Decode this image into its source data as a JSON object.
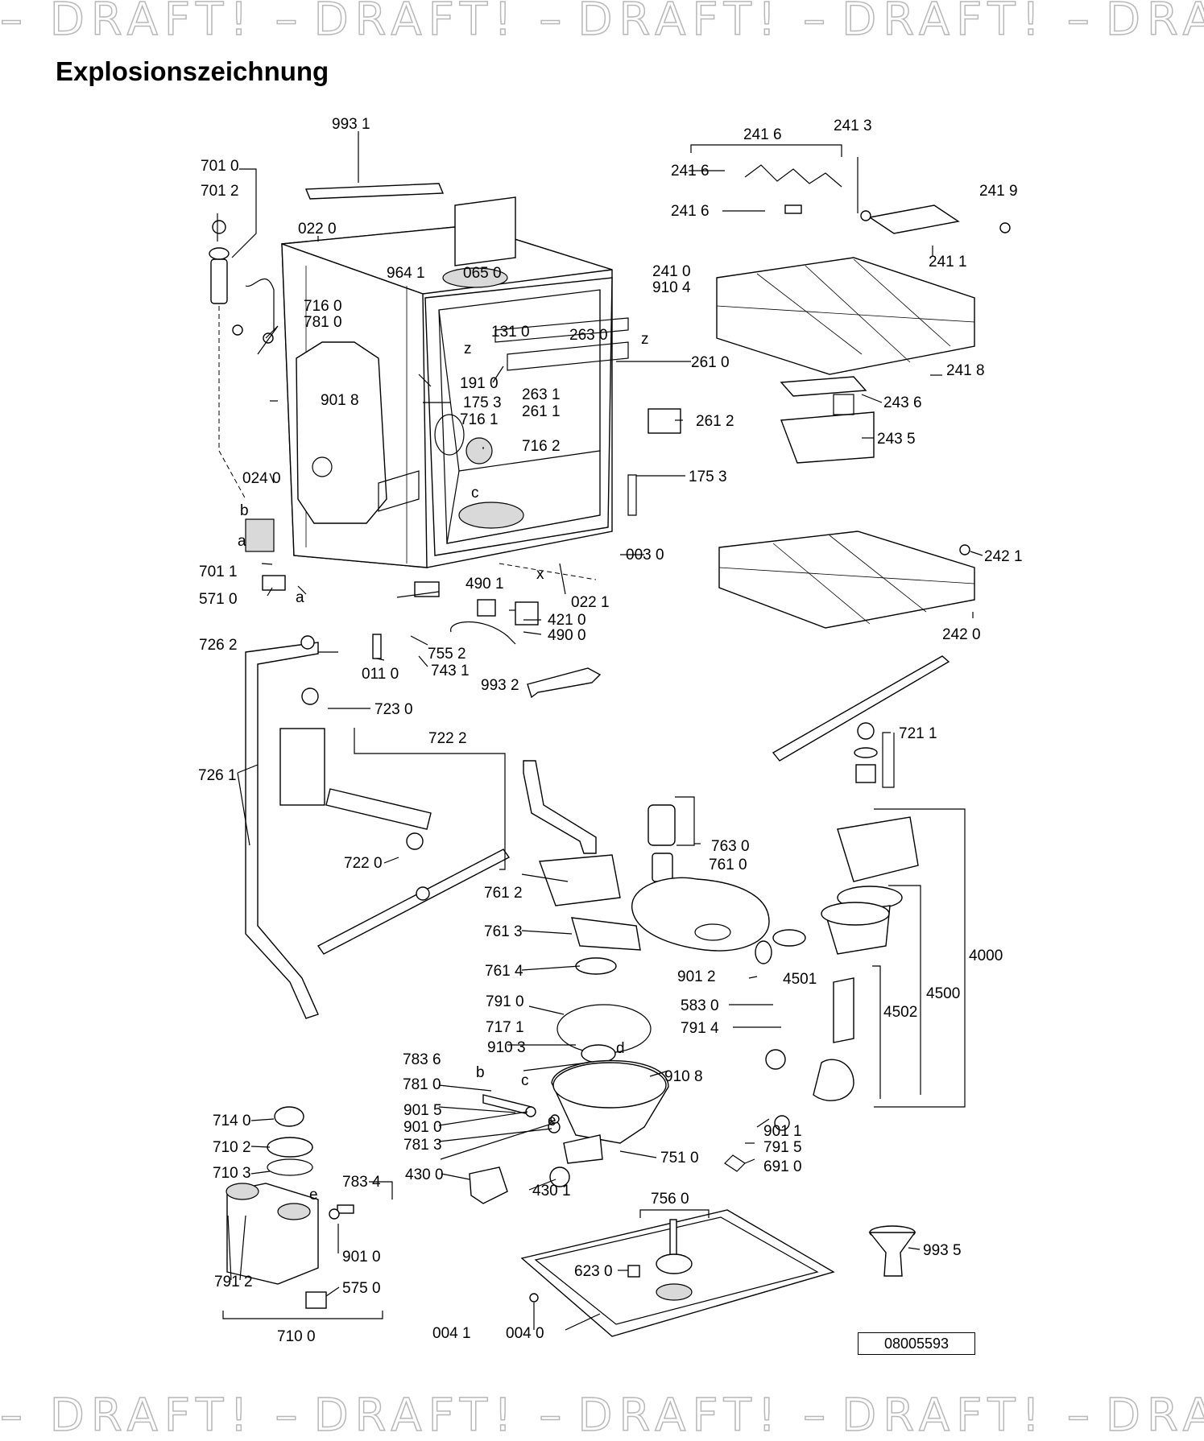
{
  "watermark": {
    "segments": [
      "– DRAFT! –",
      "DRAFT! –",
      "DRAFT! –",
      "DRAFT! –",
      "DRAFT! –"
    ]
  },
  "title": "Explosionszeichnung",
  "document_number": "08005593",
  "labels": {
    "l9931": "993 1",
    "l7010": "701 0",
    "l7012": "701 2",
    "l0220": "022 0",
    "l9641": "964 1",
    "l0650": "065 0",
    "l7160": "716 0",
    "l7810": "781 0",
    "l1310": "131 0",
    "l2630": "263 0",
    "l9018": "901 8",
    "l1910": "191 0",
    "l1753a": "175 3",
    "l2631": "263 1",
    "l2611": "261 1",
    "l7161": "716 1",
    "l7162": "716 2",
    "l0240": "024 0",
    "l7011": "701 1",
    "l5710": "571 0",
    "l0030": "003 0",
    "l4901": "490 1",
    "l0221": "022 1",
    "l4210": "421 0",
    "l4900": "490 0",
    "l7262": "726 2",
    "l7552": "755 2",
    "l7431": "743 1",
    "l0110": "011 0",
    "l9932": "993 2",
    "l7230": "723 0",
    "l7222": "722 2",
    "l7261": "726 1",
    "l7220": "722 0",
    "l2416top": "241 6",
    "l2413": "241 3",
    "l2416a": "241 6",
    "l2416b": "241 6",
    "l2419": "241 9",
    "l2411": "241 1",
    "l2410": "241 0",
    "l9104": "910 4",
    "l2610": "261 0",
    "l2418": "241 8",
    "l2436": "243 6",
    "l2612": "261 2",
    "l2435": "243 5",
    "l1753b": "175 3",
    "l2421": "242 1",
    "l2420": "242 0",
    "l7211": "721 1",
    "l7630": "763 0",
    "l7610": "761 0",
    "l7612": "761 2",
    "l7613": "761 3",
    "l7614": "761 4",
    "l9012": "901 2",
    "l4501": "4501",
    "l4000": "4000",
    "l4500": "4500",
    "l4502": "4502",
    "l7910": "791 0",
    "l5830": "583 0",
    "l7914": "791 4",
    "l7171": "717 1",
    "l9103": "910 3",
    "l7836": "783 6",
    "l9108": "910 8",
    "l7810b": "781 0",
    "l9015": "901 5",
    "l9010": "901 0",
    "l7813": "781 3",
    "l9011": "901 1",
    "l7915": "791 5",
    "l7510": "751 0",
    "l6910": "691 0",
    "l4300": "430 0",
    "l4301": "430 1",
    "l7140": "714 0",
    "l7102": "710 2",
    "l7103": "710 3",
    "l7834": "783 4",
    "l9010b": "901 0",
    "l7912": "791 2",
    "l5750": "575 0",
    "l7100": "710 0",
    "l7560": "756 0",
    "l6230": "623 0",
    "l0041": "004 1",
    "l0040": "004 0",
    "l9935": "993 5",
    "la": "a",
    "lb": "b",
    "lc": "c",
    "ld": "d",
    "le": "e",
    "lx": "x",
    "lz": "z",
    "lz2": "z",
    "la2": "a",
    "lb2": "b",
    "lc2": "c",
    "le2": "e"
  }
}
